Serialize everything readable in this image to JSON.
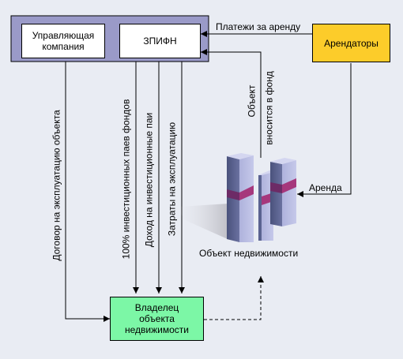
{
  "nodes": {
    "management": "Управляющая компания",
    "zpif": "ЗПИФН",
    "tenants": "Арендаторы",
    "owner": "Владелец объекта недвижимости"
  },
  "labels": {
    "rent_payments": "Платежи за аренду",
    "rent": "Аренда",
    "property": "Объект недвижимости",
    "object_line1": "Объект",
    "object_line2": "вносится в фонд",
    "operating_contract": "Договор на эксплуатацию объекта",
    "shares_100": "100% инвестиционных паев фондов",
    "share_income": "Доход на инвестиционные паи",
    "operating_costs": "Затраты на эксплуатацию"
  },
  "colors": {
    "outer_frame": "#9a9ac8",
    "tenants": "#fccc2a",
    "owner": "#7cf7a6",
    "background": "#e9ecf3"
  }
}
